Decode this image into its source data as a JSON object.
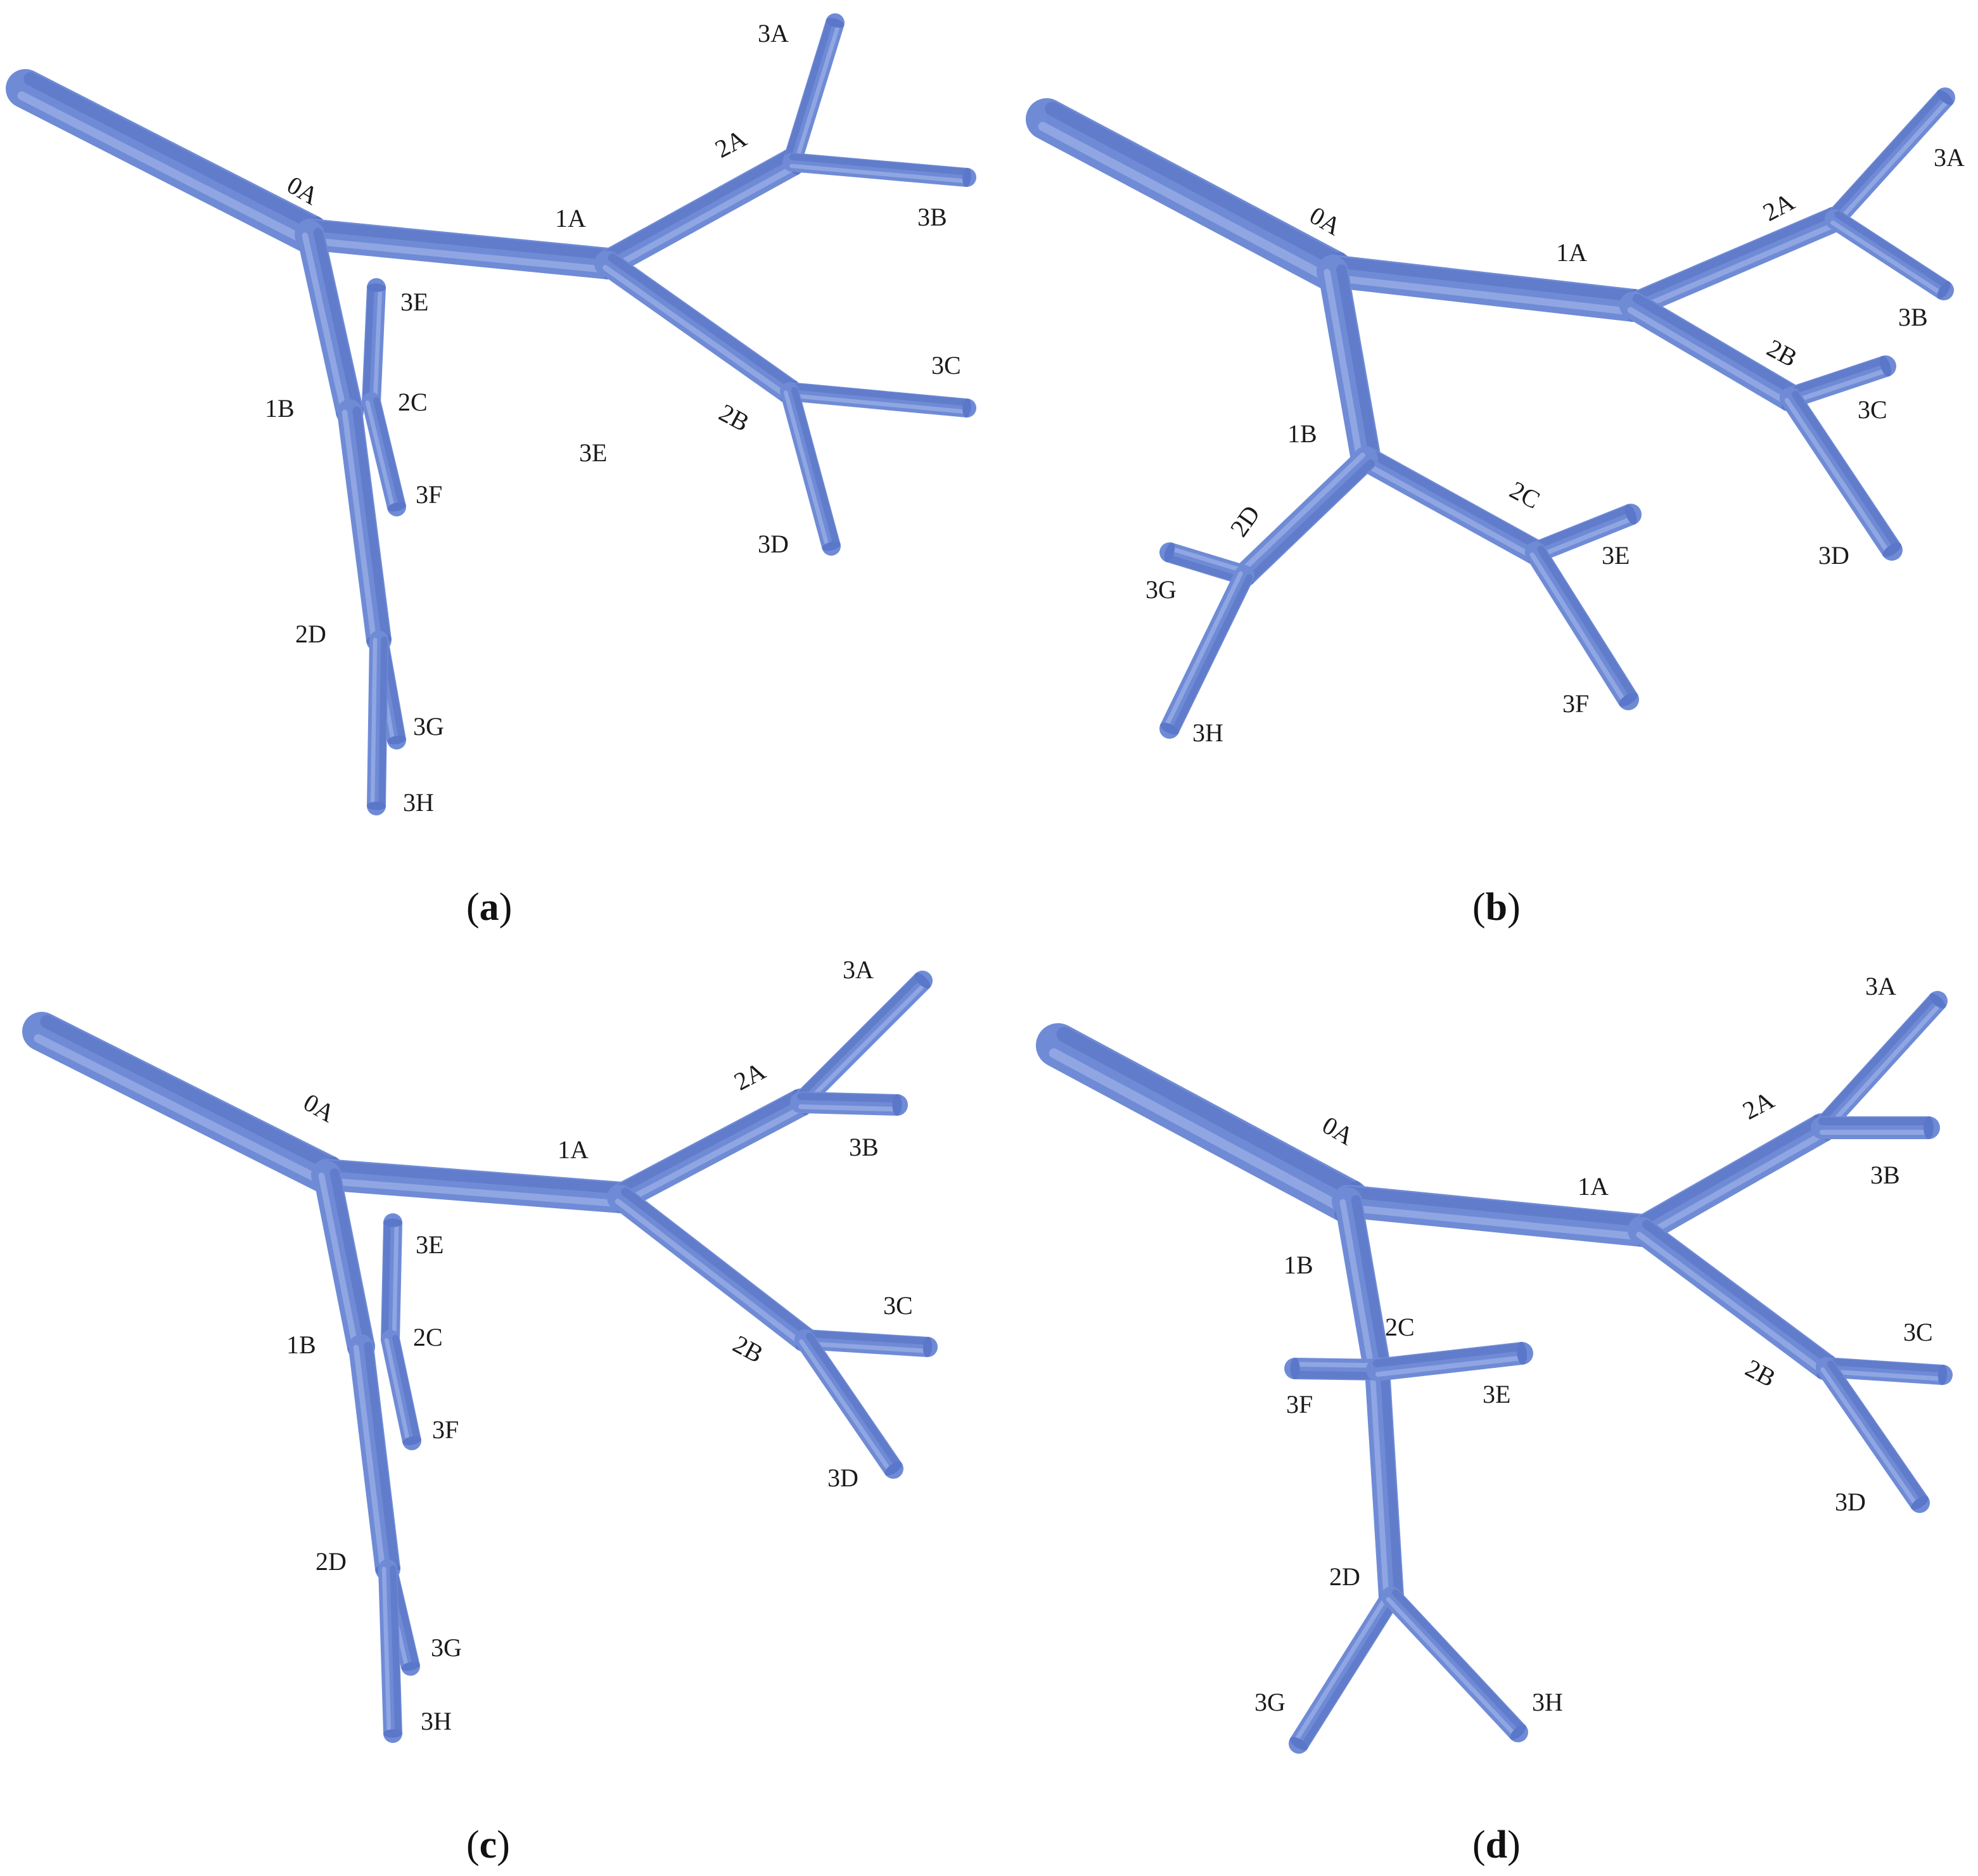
{
  "colors": {
    "tube": "#6f8bd6",
    "tube_edge": "#5571c2",
    "tube_highlight": "#a7b8ec",
    "cap": "#5a77c9",
    "text": "#1a1a1a"
  },
  "panels": [
    {
      "caption_letter": "a",
      "labels": {
        "0A": "0A",
        "1A": "1A",
        "1B": "1B",
        "2A": "2A",
        "2B": "2B",
        "2C": "2C",
        "2D": "2D",
        "3A": "3A",
        "3B": "3B",
        "3C": "3C",
        "3D": "3D",
        "3E": "3E",
        "3E_2": "3E",
        "3F": "3F",
        "3G": "3G",
        "3H": "3H"
      }
    },
    {
      "caption_letter": "b",
      "labels": {
        "0A": "0A",
        "1A": "1A",
        "1B": "1B",
        "2A": "2A",
        "2B": "2B",
        "2C": "2C",
        "2D": "2D",
        "3A": "3A",
        "3B": "3B",
        "3C": "3C",
        "3D": "3D",
        "3E": "3E",
        "3F": "3F",
        "3G": "3G",
        "3H": "3H"
      }
    },
    {
      "caption_letter": "c",
      "labels": {
        "0A": "0A",
        "1A": "1A",
        "1B": "1B",
        "2A": "2A",
        "2B": "2B",
        "2C": "2C",
        "2D": "2D",
        "3A": "3A",
        "3B": "3B",
        "3C": "3C",
        "3D": "3D",
        "3E": "3E",
        "3F": "3F",
        "3G": "3G",
        "3H": "3H"
      }
    },
    {
      "caption_letter": "d",
      "labels": {
        "0A": "0A",
        "1A": "1A",
        "1B": "1B",
        "2A": "2A",
        "2B": "2B",
        "2C": "2C",
        "2D": "2D",
        "3A": "3A",
        "3B": "3B",
        "3C": "3C",
        "3D": "3D",
        "3E": "3E",
        "3F": "3F",
        "3G": "3G",
        "3H": "3H"
      }
    }
  ]
}
